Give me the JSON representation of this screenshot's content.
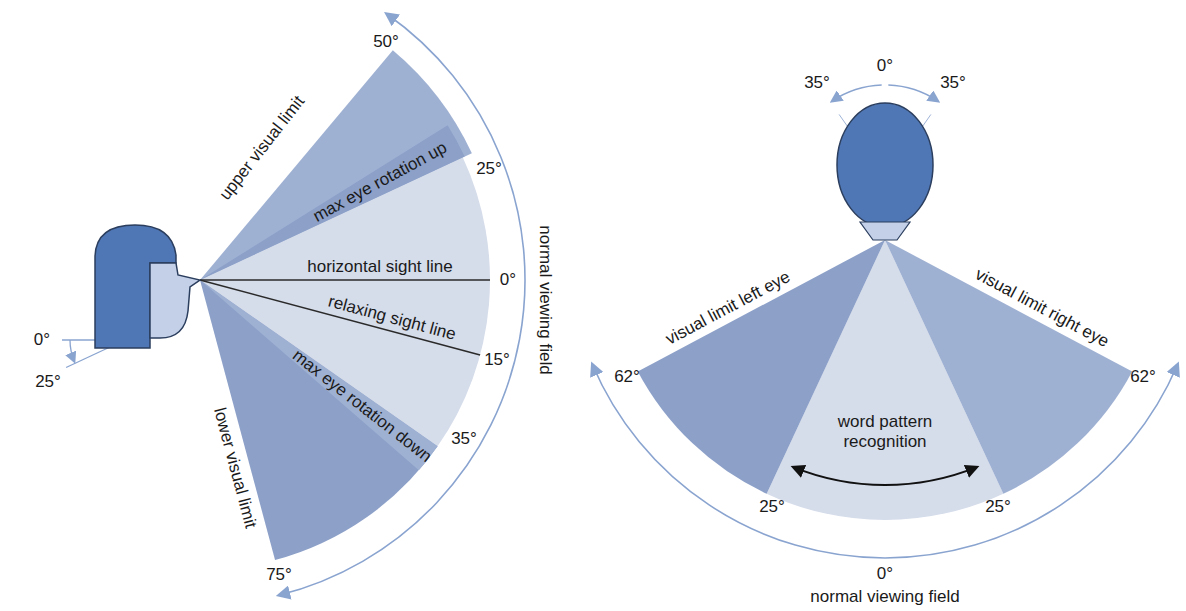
{
  "diagram": {
    "labels": [
      "50°",
      "upper visual limit",
      "max eye rotation up",
      "25°",
      "horizontal sight line",
      "0°",
      "relaxing sight line",
      "15°",
      "max eye rotation down",
      "35°",
      "lower visual limit",
      "75°",
      "normal viewing field",
      "0°",
      "25°",
      "35°",
      "0°",
      "35°",
      "visual limit left eye",
      "visual limit right eye",
      "62°",
      "62°",
      "word pattern recognition",
      "25°",
      "25°",
      "0°",
      "normal viewing field"
    ]
  }
}
